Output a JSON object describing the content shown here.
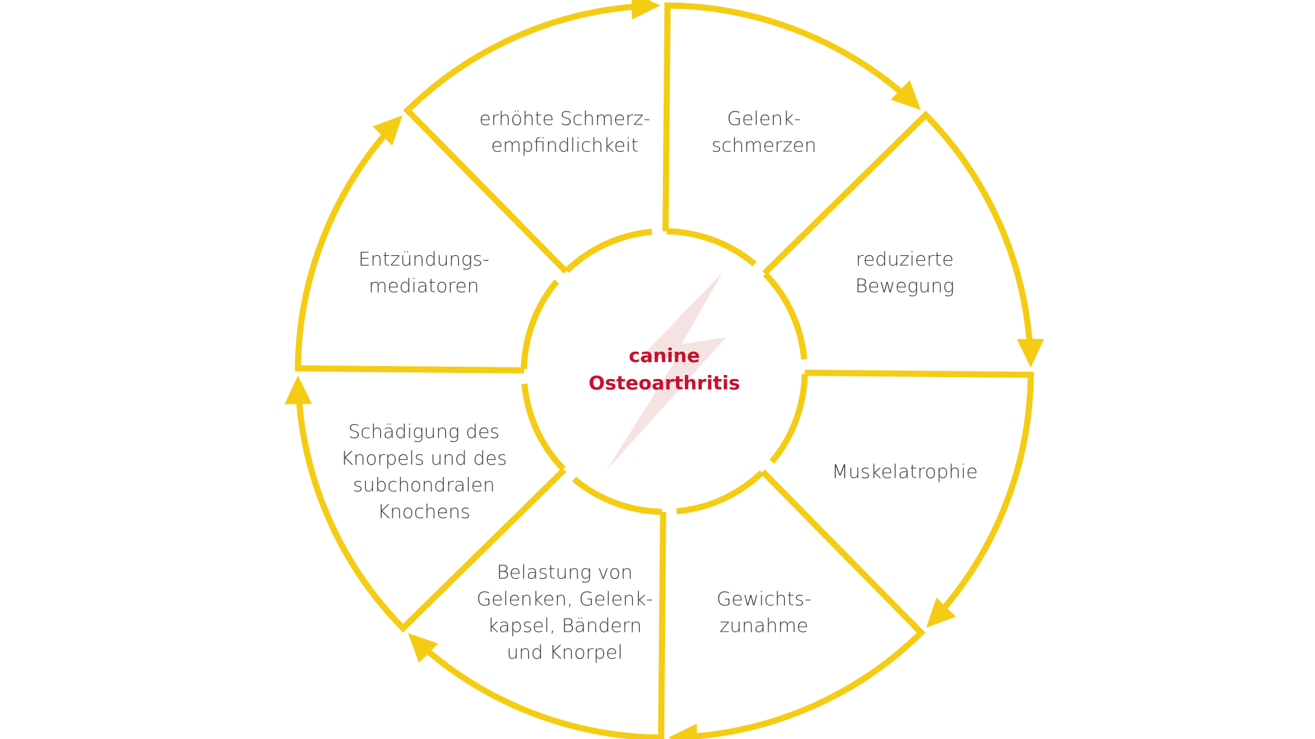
{
  "center": {
    "lines": [
      "canine",
      "Osteoarthritis"
    ]
  },
  "segments": [
    {
      "id": "gelenkschmerzen",
      "lines": [
        "Gelenk-",
        "schmerzen"
      ]
    },
    {
      "id": "reduzierte-bewegung",
      "lines": [
        "reduzierte",
        "Bewegung"
      ]
    },
    {
      "id": "muskelatrophie",
      "lines": [
        "Muskelatrophie"
      ]
    },
    {
      "id": "gewichtszunahme",
      "lines": [
        "Gewichts-",
        "zunahme"
      ]
    },
    {
      "id": "belastung",
      "lines": [
        "Belastung von",
        "Gelenken, Gelenk-",
        "kapsel, Bändern",
        "und Knorpel"
      ]
    },
    {
      "id": "schaedigung",
      "lines": [
        "Schädigung des",
        "Knorpels und des",
        "subchondralen",
        "Knochens"
      ]
    },
    {
      "id": "entzuendungsmediatoren",
      "lines": [
        "Entzündungs-",
        "mediatoren"
      ]
    },
    {
      "id": "schmerzempfindlichkeit",
      "lines": [
        "erhöhte Schmerz-",
        "empfindlichkeit"
      ]
    }
  ],
  "colors": {
    "cycle": "#f5cc14",
    "center_text": "#c8102e",
    "label_text": "#3a3a3a",
    "bolt": "#f3dcd9"
  }
}
